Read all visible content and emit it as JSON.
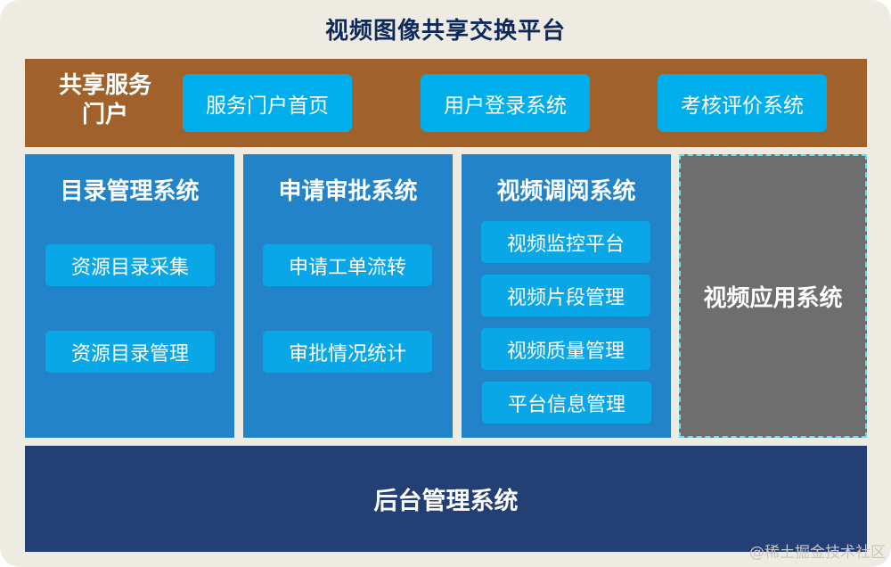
{
  "title": "视频图像共享交换平台",
  "portal": {
    "label_line1": "共享服务",
    "label_line2": "门户",
    "buttons": [
      {
        "label": "服务门户首页"
      },
      {
        "label": "用户登录系统"
      },
      {
        "label": "考核评价系统"
      }
    ]
  },
  "columns": [
    {
      "title": "目录管理系统",
      "items": [
        {
          "label": "资源目录采集"
        },
        {
          "label": "资源目录管理"
        }
      ]
    },
    {
      "title": "申请审批系统",
      "items": [
        {
          "label": "申请工单流转"
        },
        {
          "label": "审批情况统计"
        }
      ]
    },
    {
      "title": "视频调阅系统",
      "items": [
        {
          "label": "视频监控平台"
        },
        {
          "label": "视频片段管理"
        },
        {
          "label": "视频质量管理"
        },
        {
          "label": "平台信息管理"
        }
      ]
    },
    {
      "title": "视频应用系统",
      "items": []
    }
  ],
  "backend": {
    "title": "后台管理系统"
  },
  "watermark": "@稀土掘金技术社区",
  "colors": {
    "background": "#EEEBE2",
    "title": "#0F2A5A",
    "portal_band": "#A0612B",
    "portal_button": "#00AEEC",
    "column": "#2383C8",
    "sub_button": "#09A7E8",
    "app_column": "#6E6E6E",
    "app_border": "#5FE3E8",
    "backend": "#233F74"
  }
}
